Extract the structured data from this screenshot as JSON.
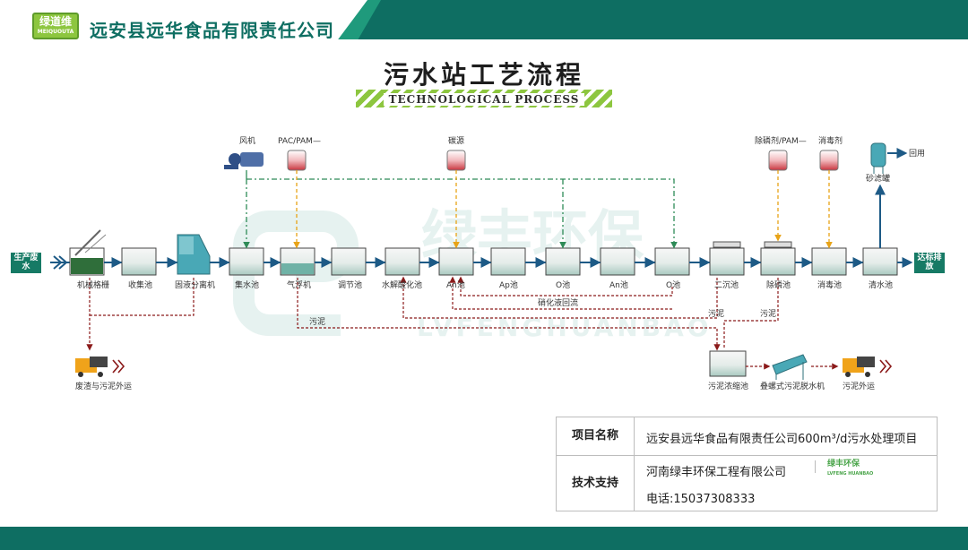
{
  "header": {
    "logo_text": "绿道维",
    "logo_sub": "MEIQUOUTA",
    "company": "远安县远华食品有限责任公司"
  },
  "title": "污水站工艺流程",
  "subtitle": "TECHNOLOGICAL PROCESS",
  "watermark": {
    "cn": "绿丰环保",
    "en": "LVFENGHUANBAO"
  },
  "inlet": "生产废水",
  "outlet": "达标排放",
  "units": [
    {
      "id": "grid",
      "label": "机械格栅"
    },
    {
      "id": "collect",
      "label": "收集池"
    },
    {
      "id": "separator",
      "label": "固液分离机"
    },
    {
      "id": "sump",
      "label": "集水池"
    },
    {
      "id": "float",
      "label": "气浮机"
    },
    {
      "id": "adjust",
      "label": "调节池"
    },
    {
      "id": "hydro",
      "label": "水解酸化池"
    },
    {
      "id": "an1",
      "label": "An池"
    },
    {
      "id": "ap",
      "label": "Ap池"
    },
    {
      "id": "o1",
      "label": "O池"
    },
    {
      "id": "an2",
      "label": "An池"
    },
    {
      "id": "o2",
      "label": "O池"
    },
    {
      "id": "sec",
      "label": "二沉池"
    },
    {
      "id": "phos",
      "label": "除磷池"
    },
    {
      "id": "disinf",
      "label": "消毒池"
    },
    {
      "id": "clear",
      "label": "清水池"
    }
  ],
  "dosing": {
    "fan": "风机",
    "pac": "PAC/PAM—",
    "carbon": "碳源",
    "phos": "除磷剂/PAM—",
    "disinf": "消毒剂"
  },
  "sandfilter": "砂滤罐",
  "reuse": "回用",
  "nitrate_return": "硝化液回流",
  "sludge": "污泥",
  "sludge_units": {
    "thicken": "污泥浓缩池",
    "dewater": "叠螺式污泥脱水机",
    "out": "污泥外运",
    "waste": "废渣与污泥外运"
  },
  "info": {
    "project_key": "项目名称",
    "project_val": "远安县远华食品有限责任公司600m³/d污水处理项目",
    "support_key": "技术支持",
    "support_val": "河南绿丰环保工程有限公司",
    "phone": "电话:15037308333",
    "badge": "绿丰环保",
    "badge_sub": "LVFENG HUANBAO"
  },
  "colors": {
    "brand": "#0e6e62",
    "accent": "#8dc63f",
    "pipe": "#1d5a86",
    "air": "#2e8b57",
    "dose": "#e8a317",
    "sludge": "#8b1a1a"
  }
}
